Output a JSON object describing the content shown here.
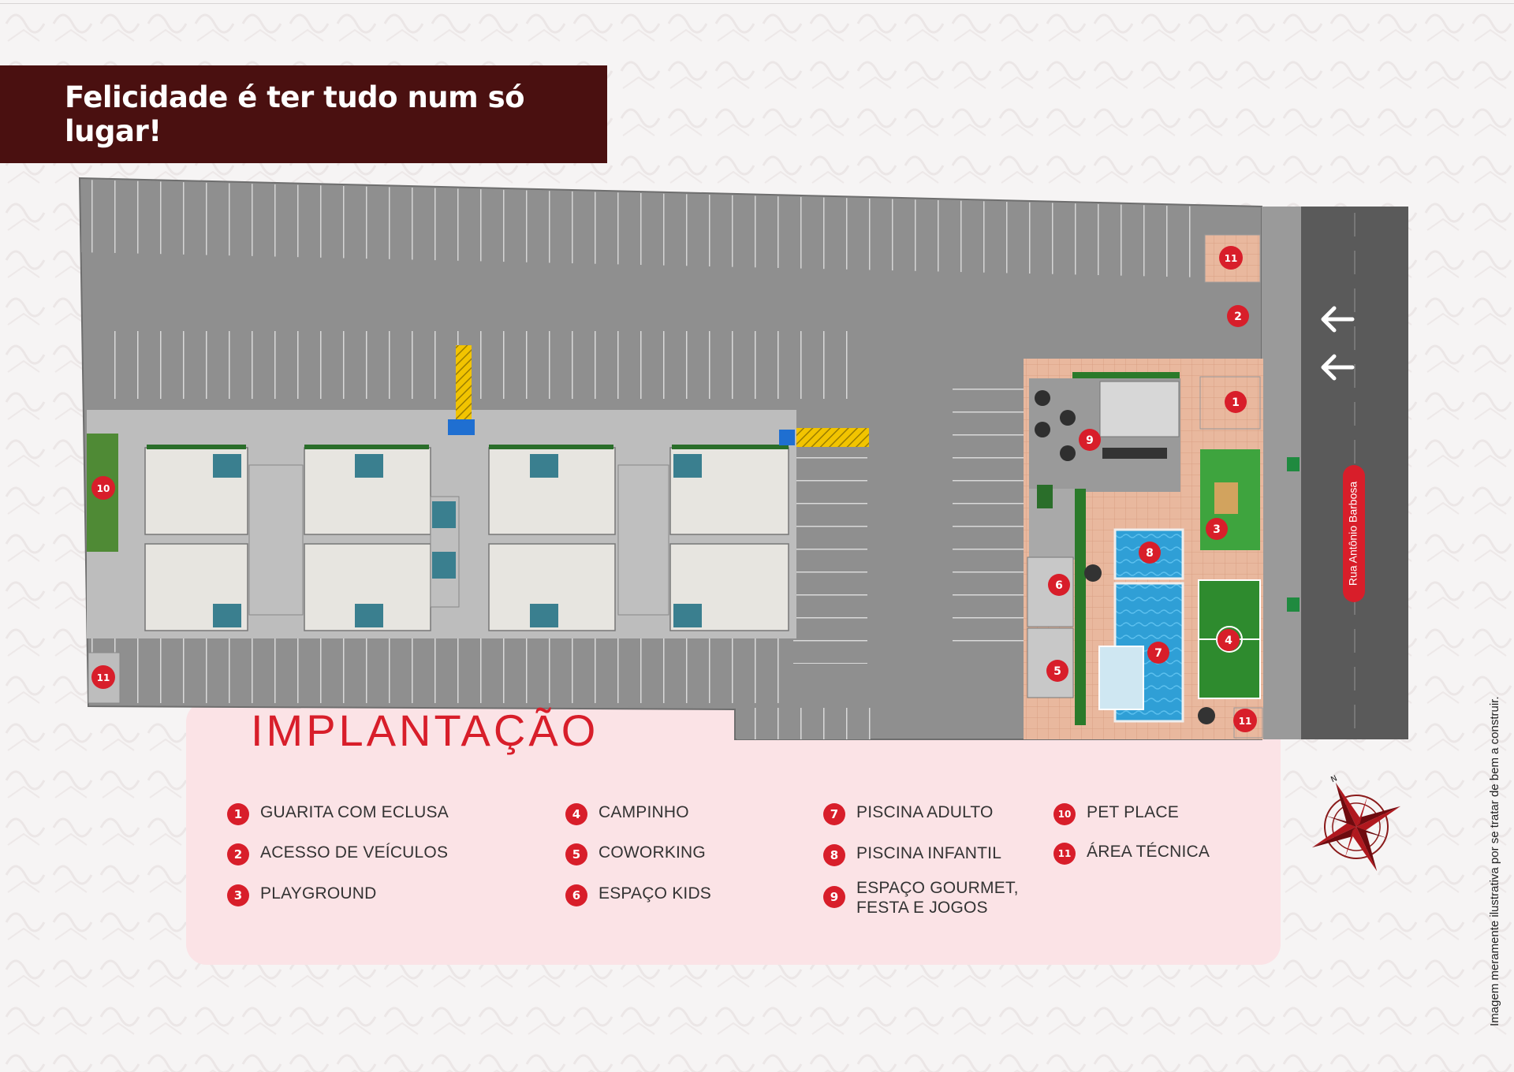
{
  "banner": {
    "headline": "Felicidade é ter tudo num só lugar!"
  },
  "section_title": "IMPLANTAÇÃO",
  "street_name": "Rua Antônio Barbosa",
  "map_markers": [
    "1",
    "2",
    "3",
    "4",
    "5",
    "6",
    "7",
    "8",
    "9",
    "10",
    "11"
  ],
  "legend": [
    {
      "num": "1",
      "label": "GUARITA COM ECLUSA"
    },
    {
      "num": "2",
      "label": "ACESSO DE VEÍCULOS"
    },
    {
      "num": "3",
      "label": "PLAYGROUND"
    },
    {
      "num": "4",
      "label": "CAMPINHO"
    },
    {
      "num": "5",
      "label": "COWORKING"
    },
    {
      "num": "6",
      "label": "ESPAÇO KIDS"
    },
    {
      "num": "7",
      "label": "PISCINA ADULTO"
    },
    {
      "num": "8",
      "label": "PISCINA INFANTIL"
    },
    {
      "num": "9",
      "label": "ESPAÇO GOURMET,\nFESTA E JOGOS"
    },
    {
      "num": "10",
      "label": "PET PLACE"
    },
    {
      "num": "11",
      "label": "ÁREA TÉCNICA"
    }
  ],
  "disclaimer": "Imagem meramente ilustrativa por se tratar de bem a construir.",
  "colors": {
    "brand_dark": "#4a1010",
    "accent_red": "#d81e2a",
    "panel_pink": "#fbe3e6",
    "pool_blue": "#2f9fd6",
    "grass": "#2e8b2e"
  }
}
